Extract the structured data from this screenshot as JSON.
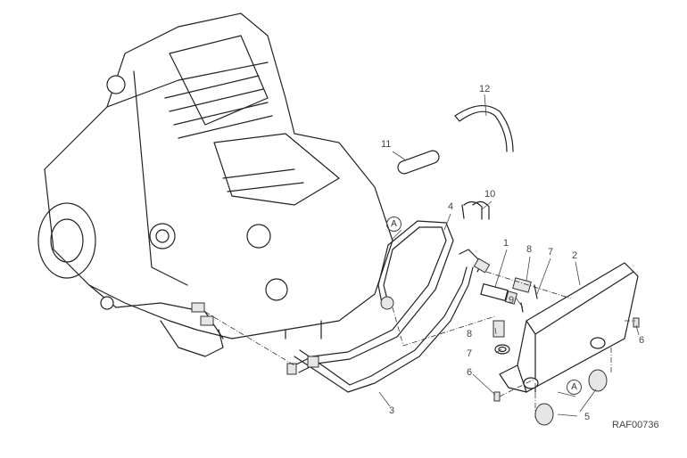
{
  "diagram": {
    "drawing_code": "RAF00736",
    "reference_marker": "A",
    "callouts": {
      "p1": "1",
      "p2": "2",
      "p3": "3",
      "p4": "4",
      "p5": "5",
      "p6a": "6",
      "p6b": "6",
      "p7a": "7",
      "p7b": "7",
      "p8a": "8",
      "p8b": "8",
      "p9": "9",
      "p10": "10",
      "p11": "11",
      "p12": "12"
    }
  }
}
